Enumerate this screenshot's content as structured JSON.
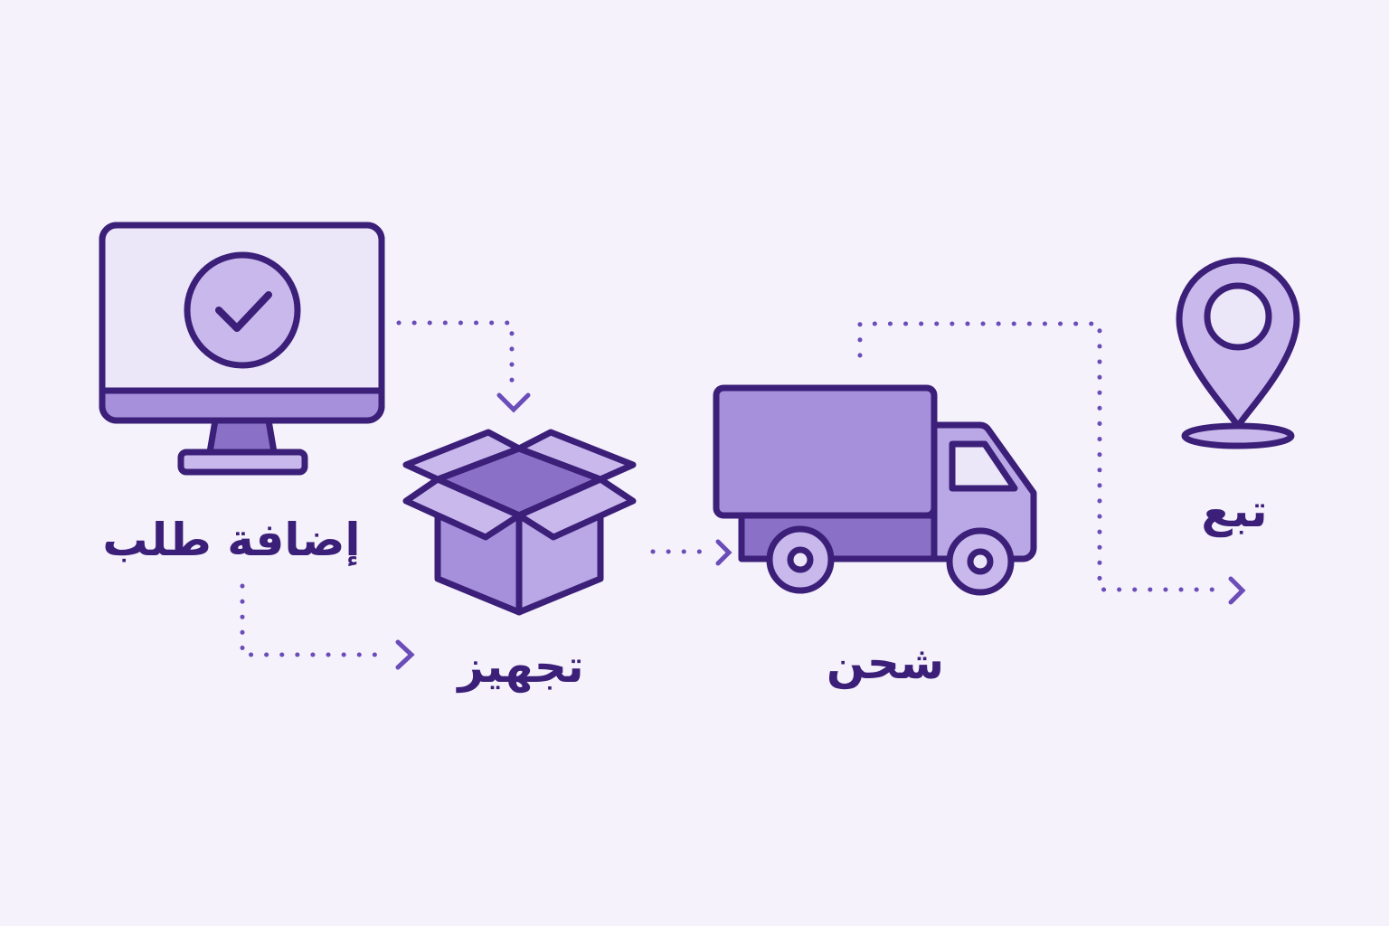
{
  "colors": {
    "background": "#f5f2fb",
    "outline": "#3b1f78",
    "fill_light": "#ebe6f8",
    "fill_mid": "#c9b8ec",
    "fill_main": "#a690dc",
    "fill_dark": "#8a70c6",
    "connector": "#6a4db8"
  },
  "steps": [
    {
      "label": "إضافة طلب",
      "icon": "monitor-check-icon"
    },
    {
      "label": "تجهيز",
      "icon": "open-box-icon"
    },
    {
      "label": "شحن",
      "icon": "delivery-truck-icon"
    },
    {
      "label": "تبع",
      "icon": "location-pin-icon"
    }
  ]
}
